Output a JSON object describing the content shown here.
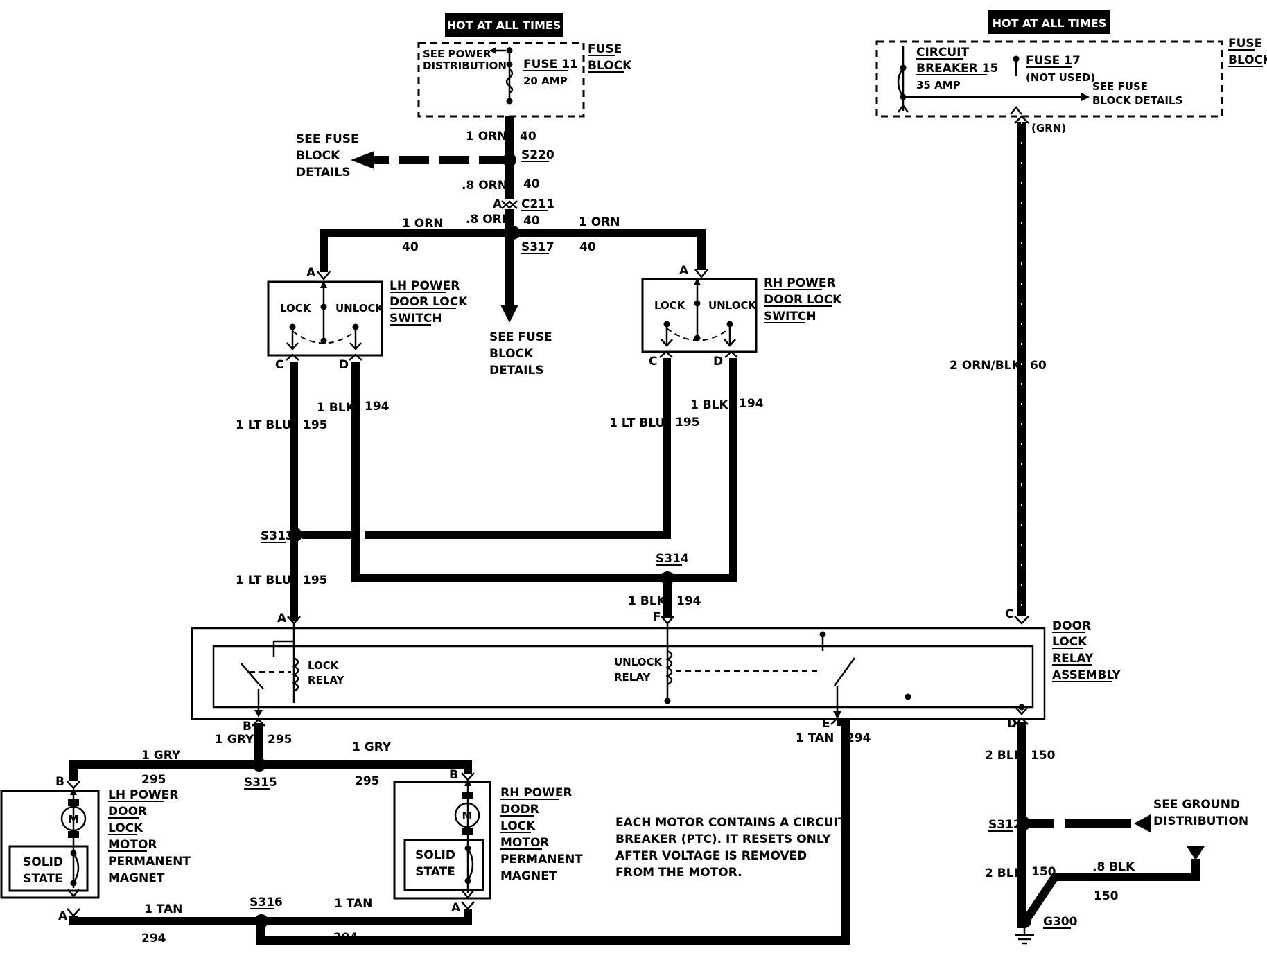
{
  "header": {
    "hot_left": "HOT AT ALL TIMES",
    "hot_right": "HOT AT ALL TIMES"
  },
  "fuse_block_left": {
    "see_power_line1": "SEE POWER",
    "see_power_line2": "DISTRIBUTION",
    "fuse_name": "FUSE 11",
    "fuse_rating": "20 AMP",
    "block_label_line1": "FUSE",
    "block_label_line2": "BLOCK"
  },
  "fuse_block_right": {
    "breaker_line1": "CIRCUIT",
    "breaker_line2": "BREAKER 15",
    "breaker_rating": "35 AMP",
    "fuse_name": "FUSE 17",
    "fuse_note": "(NOT USED)",
    "see_details_line1": "SEE FUSE",
    "see_details_line2": "BLOCK DETAILS",
    "block_label_line1": "FUSE",
    "block_label_line2": "BLOCK",
    "grn_label": "(GRN)"
  },
  "feed": {
    "wire1_gauge": "1 ORN",
    "wire1_circuit": "40",
    "splice_s220": "S220",
    "see_fuse_left_1": "SEE FUSE",
    "see_fuse_left_2": "BLOCK",
    "see_fuse_left_3": "DETAILS",
    "wire2_gauge": ".8 ORN",
    "wire2_circuit": "40",
    "connector_c211": "C211",
    "connector_pin": "A",
    "wire3_gauge": ".8 ORN",
    "wire3_circuit": "40",
    "splice_s317": "S317",
    "left_gauge": "1 ORN",
    "left_circuit": "40",
    "right_gauge": "1 ORN",
    "right_circuit": "40",
    "see_fuse_down_1": "SEE FUSE",
    "see_fuse_down_2": "BLOCK",
    "see_fuse_down_3": "DETAILS"
  },
  "lh_switch": {
    "title_line1": "LH POWER",
    "title_line2": "DOOR LOCK",
    "title_line3": "SWITCH",
    "lock": "LOCK",
    "unlock": "UNLOCK",
    "pin_a": "A",
    "pin_c": "C",
    "pin_d": "D",
    "c_gauge": "1 LT BLU",
    "c_circuit": "195",
    "d_gauge": "1 BLK",
    "d_circuit": "194"
  },
  "rh_switch": {
    "title_line1": "RH POWER",
    "title_line2": "DOOR LOCK",
    "title_line3": "SWITCH",
    "lock": "LOCK",
    "unlock": "UNLOCK",
    "pin_a": "A",
    "pin_c": "C",
    "pin_d": "D",
    "c_gauge": "1 LT BLU",
    "c_circuit": "195",
    "d_gauge": "1 BLK",
    "d_circuit": "194"
  },
  "splices_mid": {
    "s313": "S313",
    "s314": "S314",
    "lh_lower_gauge": "1 LT BLU",
    "lh_lower_circuit": "195",
    "s314_gauge": "1 BLK",
    "s314_circuit": "194"
  },
  "power_feed_right": {
    "gauge": "2 ORN/BLK",
    "circuit": "60"
  },
  "relay": {
    "title_line1": "DOOR",
    "title_line2": "LOCK",
    "title_line3": "RELAY",
    "title_line4": "ASSEMBLY",
    "lock_line1": "LOCK",
    "lock_line2": "RELAY",
    "unlock_line1": "UNLOCK",
    "unlock_line2": "RELAY",
    "pin_a": "A",
    "pin_b": "B",
    "pin_c": "C",
    "pin_d": "D",
    "pin_e": "E",
    "pin_f": "F"
  },
  "relay_outputs": {
    "b_gauge": "1 GRY",
    "b_circuit": "295",
    "e_gauge": "1 TAN",
    "e_circuit": "294",
    "d_gauge": "2 BLK",
    "d_circuit": "150"
  },
  "lh_motor": {
    "title_line1": "LH POWER",
    "title_line2": "DOOR",
    "title_line3": "LOCK",
    "title_line4": "MOTOR",
    "sub_line1": "PERMANENT",
    "sub_line2": "MAGNET",
    "solid_line1": "SOLID",
    "solid_line2": "STATE",
    "motor_symbol": "M",
    "pin_a": "A",
    "pin_b": "B",
    "top_gauge": "1 GRY",
    "top_circuit": "295",
    "bottom_gauge": "1 TAN",
    "bottom_circuit": "294"
  },
  "rh_motor": {
    "title_line1": "RH POWER",
    "title_line2": "DODR",
    "title_line3": "LOCK",
    "title_line4": "MOTOR",
    "sub_line1": "PERMANENT",
    "sub_line2": "MAGNET",
    "solid_line1": "SOLID",
    "solid_line2": "STATE",
    "motor_symbol": "M",
    "pin_a": "A",
    "pin_b": "B",
    "top_gauge": "1 GRY",
    "top_circuit": "295",
    "bottom_gauge": "1 TAN",
    "bottom_circuit": "294"
  },
  "lower_splices": {
    "s315": "S315",
    "s316": "S316"
  },
  "note": {
    "line1": "EACH MOTOR CONTAINS A CIRCUIT",
    "line2": "BREAKER (PTC).  IT RESETS ONLY",
    "line3": "AFTER VOLTAGE IS REMOVED",
    "line4": "FROM THE MOTOR."
  },
  "ground": {
    "s312": "S312",
    "see_ground_line1": "SEE GROUND",
    "see_ground_line2": "DISTRIBUTION",
    "lower_gauge": "2 BLK",
    "lower_circuit": "150",
    "branch_gauge": ".8 BLK",
    "branch_circuit": "150",
    "g300": "G300"
  }
}
